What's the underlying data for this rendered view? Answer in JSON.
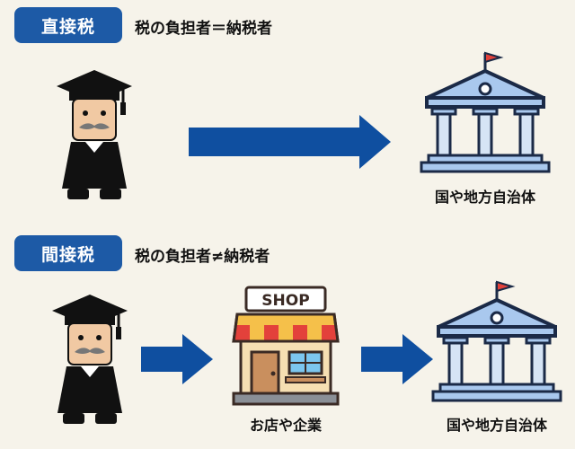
{
  "direct": {
    "badge": "直接税",
    "definition": "税の負担者＝納税者",
    "destination": "国や地方自治体"
  },
  "indirect": {
    "badge": "間接税",
    "definition": "税の負担者≠納税者",
    "intermediary": "お店や企業",
    "shop_sign": "SHOP",
    "destination": "国や地方自治体"
  },
  "colors": {
    "badge": "#1d5aa6",
    "arrow": "#0f4fa0",
    "building_roof": "#a9c8ee",
    "building_outline": "#1b2a47",
    "flag": "#e3413b"
  }
}
